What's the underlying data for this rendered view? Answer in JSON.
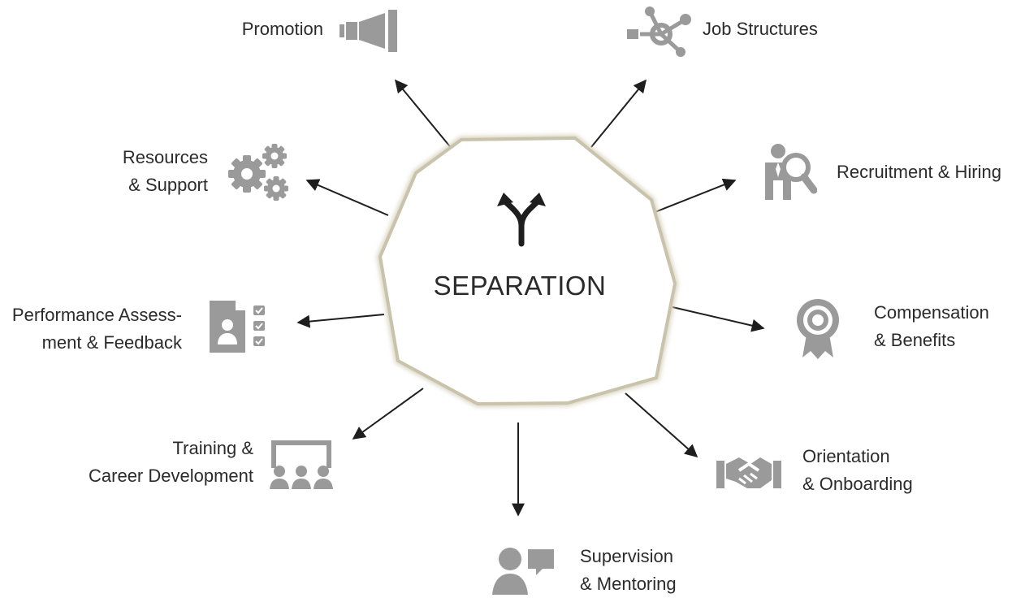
{
  "center": {
    "label": "SEPARATION",
    "icon": "fork-arrows-icon"
  },
  "nodes": {
    "promotion": {
      "lines": [
        "Promotion"
      ],
      "icon": "megaphone-icon"
    },
    "job_structures": {
      "lines": [
        "Job Structures"
      ],
      "icon": "network-icon"
    },
    "recruitment": {
      "lines": [
        "Recruitment & Hiring"
      ],
      "icon": "person-search-icon"
    },
    "compensation": {
      "lines": [
        "Compensation",
        "& Benefits"
      ],
      "icon": "award-ribbon-icon"
    },
    "orientation": {
      "lines": [
        "Orientation",
        "& Onboarding"
      ],
      "icon": "handshake-icon"
    },
    "supervision": {
      "lines": [
        "Supervision",
        "& Mentoring"
      ],
      "icon": "person-chat-icon"
    },
    "training": {
      "lines": [
        "Training &",
        "Career Development"
      ],
      "icon": "presentation-icon"
    },
    "performance": {
      "lines": [
        "Performance Assess-",
        "ment & Feedback"
      ],
      "icon": "checklist-icon"
    },
    "resources": {
      "lines": [
        "Resources",
        "& Support"
      ],
      "icon": "gears-icon"
    }
  },
  "colors": {
    "icon": "#9a9a9a",
    "arrow": "#1e1e1e",
    "border": "#cdc8b4",
    "text": "#2b2b2b"
  }
}
